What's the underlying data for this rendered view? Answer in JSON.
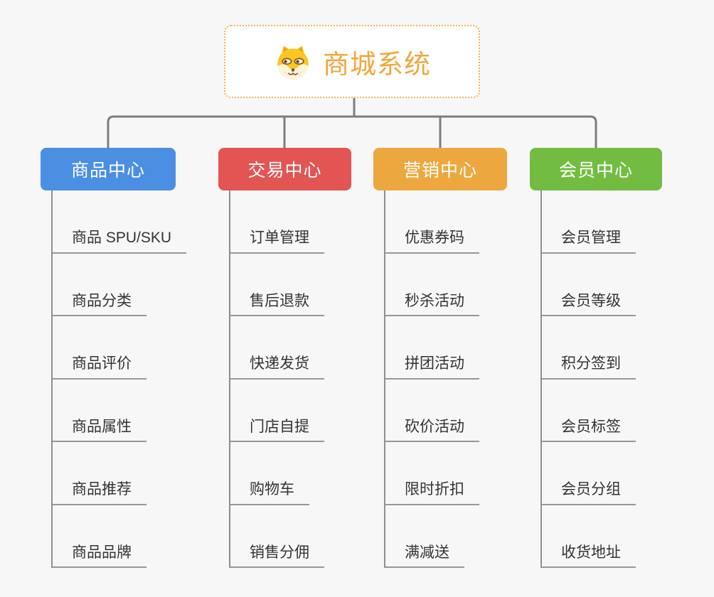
{
  "canvas": {
    "background": "#f7f7f7",
    "connector_color": "#7d7d7d",
    "underline_color": "#979797"
  },
  "root": {
    "label": "商城系统",
    "text_color": "#f0a73c",
    "border_color": "#f2b255",
    "icon": "shiba-dog-icon"
  },
  "branches": [
    {
      "label": "商品中心",
      "color": "#4a8fe2",
      "children": [
        "商品 SPU/SKU",
        "商品分类",
        "商品评价",
        "商品属性",
        "商品推荐",
        "商品品牌"
      ]
    },
    {
      "label": "交易中心",
      "color": "#e25553",
      "children": [
        "订单管理",
        "售后退款",
        "快递发货",
        "门店自提",
        "购物车",
        "销售分佣"
      ]
    },
    {
      "label": "营销中心",
      "color": "#eca83e",
      "children": [
        "优惠券码",
        "秒杀活动",
        "拼团活动",
        "砍价活动",
        "限时折扣",
        "满减送"
      ]
    },
    {
      "label": "会员中心",
      "color": "#72bc42",
      "children": [
        "会员管理",
        "会员等级",
        "积分签到",
        "会员标签",
        "会员分组",
        "收货地址"
      ]
    }
  ]
}
